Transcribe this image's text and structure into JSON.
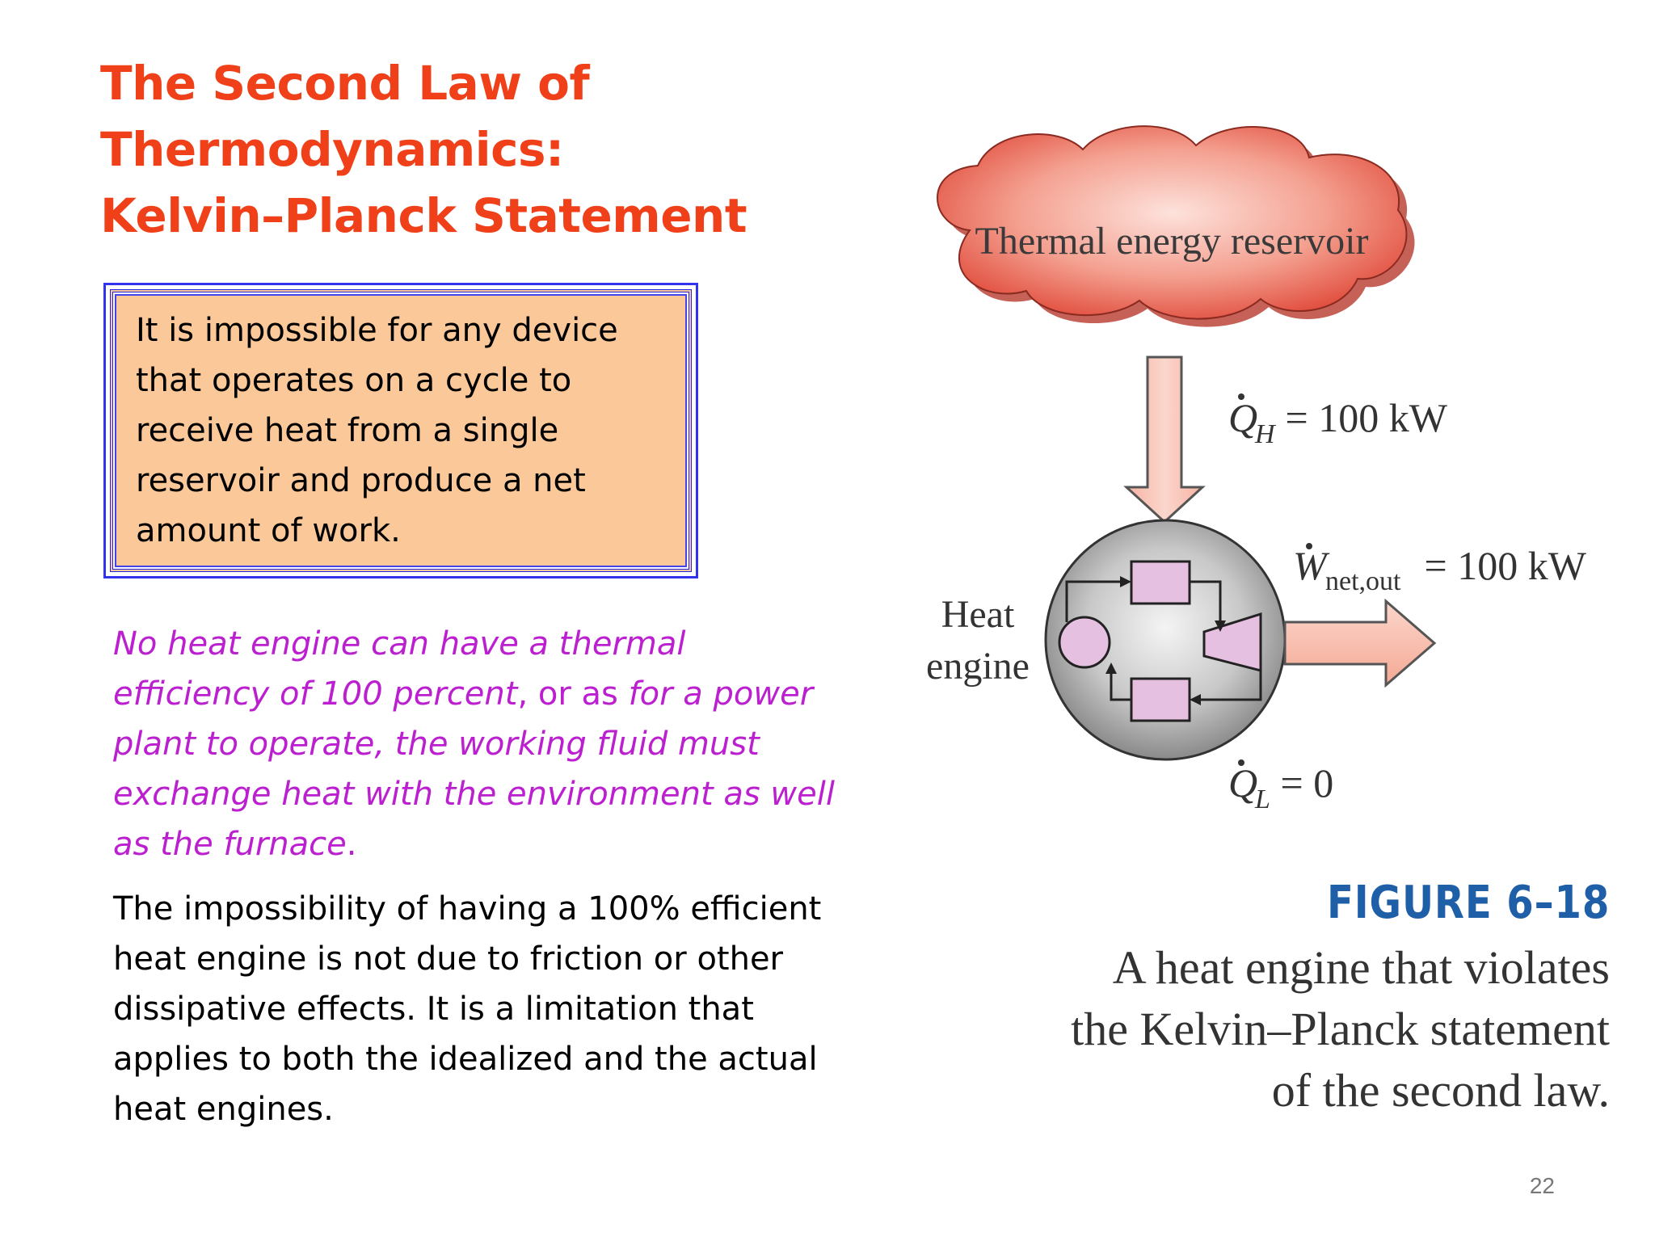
{
  "title": {
    "line1": "The Second Law of",
    "line2": "Thermodynamics:",
    "line3": "Kelvin–Planck Statement"
  },
  "statement_box": {
    "lines": [
      "It is impossible for any device",
      "that operates on a cycle to",
      "receive heat from a single",
      "reservoir and produce a net",
      "amount of work."
    ]
  },
  "purple_paragraph": {
    "l1": "No heat engine can have a thermal",
    "l2a": "efficiency of 100 percent",
    "l2b": ", or as ",
    "l2c": "for a power",
    "l3": "plant to operate, the working fluid must",
    "l4": "exchange heat with the environment as well",
    "l5a": "as the furnace",
    "l5b": "."
  },
  "black_paragraph": {
    "lines": [
      "The impossibility of having a 100% efficient",
      "heat engine is not due to friction or other",
      "dissipative effects. It is a limitation that",
      "applies to both the idealized and the actual",
      "heat engines."
    ]
  },
  "figure": {
    "reservoir_label": "Thermal energy reservoir",
    "qh_symbol": "Q",
    "qh_sub": "H",
    "qh_value": " = 100 kW",
    "w_symbol": "W",
    "w_sub": "net,out",
    "w_value": " = 100 kW",
    "ql_symbol": "Q",
    "ql_sub": "L",
    "ql_value": " = 0",
    "engine_label_1": "Heat",
    "engine_label_2": "engine",
    "figure_title": "FIGURE 6–18",
    "caption_lines": [
      "A heat engine that violates",
      "the Kelvin–Planck statement",
      "of the second law."
    ]
  },
  "slide_number": "22",
  "colors": {
    "title": "#f0401a",
    "purple": "#bb1fcf",
    "box_fill": "#fbc89a",
    "box_border": "#3333ee",
    "figure_title": "#1f5fa8"
  }
}
